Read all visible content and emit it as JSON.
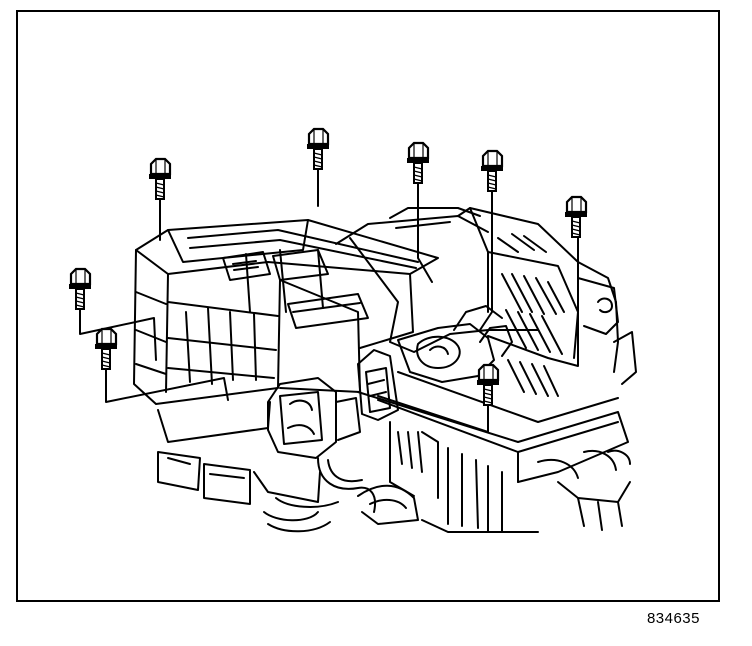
{
  "figure": {
    "number": "834635",
    "line_color": "#000000",
    "background": "#ffffff"
  },
  "diagram": {
    "subject-icon": "hvac-module-assembly",
    "fastener-icon": "hex-bolt"
  }
}
